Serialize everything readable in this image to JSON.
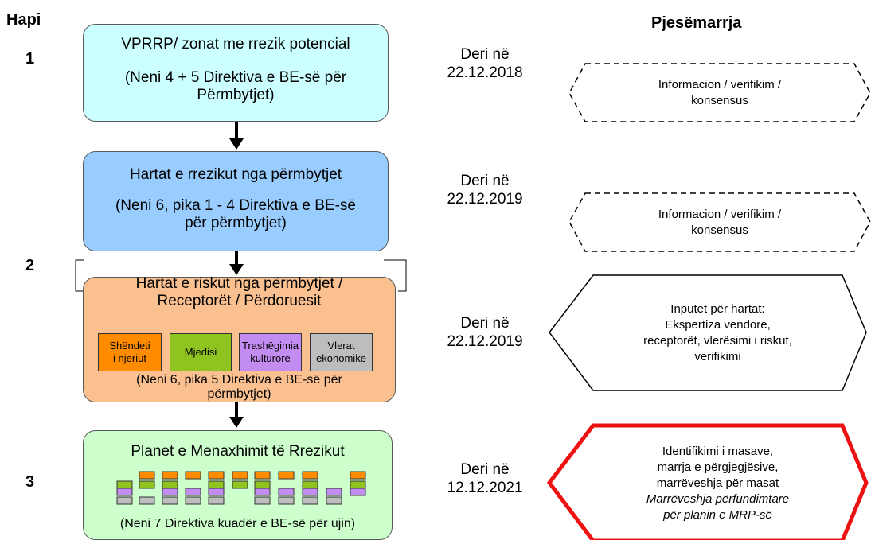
{
  "headers": {
    "step": "Hapi",
    "participation": "Pjesëmarrja"
  },
  "step_numbers": [
    "1",
    "2",
    "3"
  ],
  "boxes": {
    "b1": {
      "title": "VPRRP/ zonat me rrezik potencial",
      "ref_line1": "(Neni 4 + 5 Direktiva e BE-së për",
      "ref_line2": "Përmbytjet)"
    },
    "b2": {
      "title": "Hartat e rrezikut nga përmbytjet",
      "ref_line1": "(Neni 6, pika 1 - 4 Direktiva e BE-së",
      "ref_line2": "për përmbytjet)"
    },
    "b3": {
      "title_line1": "Hartat e riskut nga përmbytjet /",
      "title_line2": "Receptorët / Përdoruesit",
      "ref_line1": "(Neni 6, pika 5 Direktiva e BE-së për",
      "ref_line2": "përmbytjet)",
      "categories": [
        {
          "line1": "Shëndeti",
          "line2": "i njeriut",
          "color": "#ff8c00"
        },
        {
          "line1": "Mjedisi",
          "line2": "",
          "color": "#8fc31f"
        },
        {
          "line1": "Trashëgimia",
          "line2": "kulturore",
          "color": "#c28cf0"
        },
        {
          "line1": "Vlerat",
          "line2": "ekonomike",
          "color": "#bdbdbd"
        }
      ]
    },
    "b4": {
      "title": "Planet e Menaxhimit të Rrezikut",
      "ref": "(Neni 7 Direktiva kuadër e BE-së për ujin)"
    }
  },
  "dates": [
    {
      "line1": "Deri në",
      "line2": "22.12.2018"
    },
    {
      "line1": "Deri në",
      "line2": "22.12.2019"
    },
    {
      "line1": "Deri në",
      "line2": "22.12.2019"
    },
    {
      "line1": "Deri në",
      "line2": "12.12.2021"
    }
  ],
  "participation": [
    {
      "lines": [
        "Informacion / verifikim /",
        "konsensus"
      ]
    },
    {
      "lines": [
        "Informacion / verifikim /",
        "konsensus"
      ]
    },
    {
      "lines": [
        "Inputet për hartat:",
        "Ekspertiza vendore,",
        "receptorët, vlerësimi i riskut,",
        "verifikimi"
      ]
    },
    {
      "lines": [
        "Identifikimi i masave,",
        "marrja e përgjegjësive,",
        "marrëveshja për masat"
      ],
      "italic_lines": [
        "Marrëveshja përfundimtare",
        "për planin e MRP-së"
      ]
    }
  ],
  "colors": {
    "b1": "#ccffff",
    "b2": "#99ccff",
    "b3": "#fac090",
    "b4": "#ccffcc",
    "green": "#8fc31f",
    "orange": "#ff8c00",
    "purple": "#c28cf0",
    "gray": "#bdbdbd",
    "highlight": "#ee1111"
  }
}
